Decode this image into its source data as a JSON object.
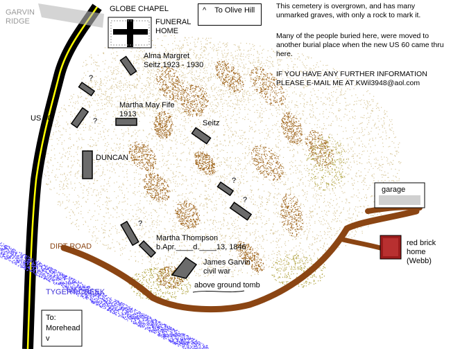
{
  "labels": {
    "ridge": "GARVIN\nRIDGE",
    "chapel": "GLOBE CHAPEL",
    "olive_hill": "^    To Olive Hill",
    "funeral_home": "FUNERAL\nHOME",
    "us60": "US 60",
    "alma": "Alma Margret\nSeitz 1923 - 1930",
    "martha_may": "Martha May Fife\n1913",
    "seitz": "Seitz",
    "duncan": "DUNCAN",
    "martha_thompson": "Martha Thompson\nb.Apr.____d.____13, 1846",
    "james_garvin": "James Garvin\ncivil war",
    "tomb": "above ground tomb",
    "dirt_road": "DIRT ROAD",
    "tygert_creek": "TYGERT CREEK",
    "morehead": "To:\nMorehead\nv",
    "garage": "garage",
    "brick_home": "red brick\nhome\n(Webb)",
    "q1": "?",
    "q2": "?",
    "q3": "?",
    "q4": "?",
    "q5": "?"
  },
  "notes": {
    "p1": "This cemetery is overgrown, and has many unmarked graves, with only a rock to mark it.",
    "p2": "Many of the people buried here, were moved to another burial place when the new US 60 came thru here.",
    "p3": "IF YOU HAVE ANY FURTHER INFORMATION PLEASE E-MAIL ME AT KWil3948@aol.com"
  },
  "colors": {
    "road_black": "#000000",
    "road_center": "#ffff00",
    "dirt_road": "#8b4513",
    "creek": "#5b4cff",
    "ridge_text": "#9a9a9a",
    "creek_text": "#3a2cd6",
    "dirt_text": "#8b4513",
    "grave_fill": "#6b6b6b",
    "brown_speckle": "#a0661e",
    "tan_speckle": "#d8c79a",
    "olive_speckle": "#b0a440",
    "brick": "#9b1c1c"
  }
}
